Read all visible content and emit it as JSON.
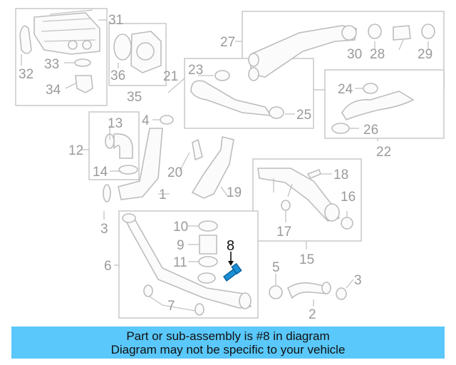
{
  "callouts": {
    "c1": "1",
    "c2": "2",
    "c3": "3",
    "c4": "4",
    "c5": "5",
    "c6": "6",
    "c7": "7",
    "c8": "8",
    "c9": "9",
    "c10": "10",
    "c11": "11",
    "c12": "12",
    "c13": "13",
    "c14": "14",
    "c15": "15",
    "c16": "16",
    "c17": "17",
    "c18": "18",
    "c19": "19",
    "c20": "20",
    "c21": "21",
    "c22": "22",
    "c23": "23",
    "c24": "24",
    "c25": "25",
    "c26": "26",
    "c27": "27",
    "c28": "28",
    "c29": "29",
    "c30": "30",
    "c31": "31",
    "c32": "32",
    "c33": "33",
    "c34": "34",
    "c35": "35",
    "c36": "36"
  },
  "highlight": {
    "part_number": "8",
    "color": "#1a8fd6"
  },
  "banner": {
    "line1": "Part or sub-assembly is #8 in diagram",
    "line2": "Diagram may not be specific to your vehicle",
    "color": "#5ac8fa"
  }
}
